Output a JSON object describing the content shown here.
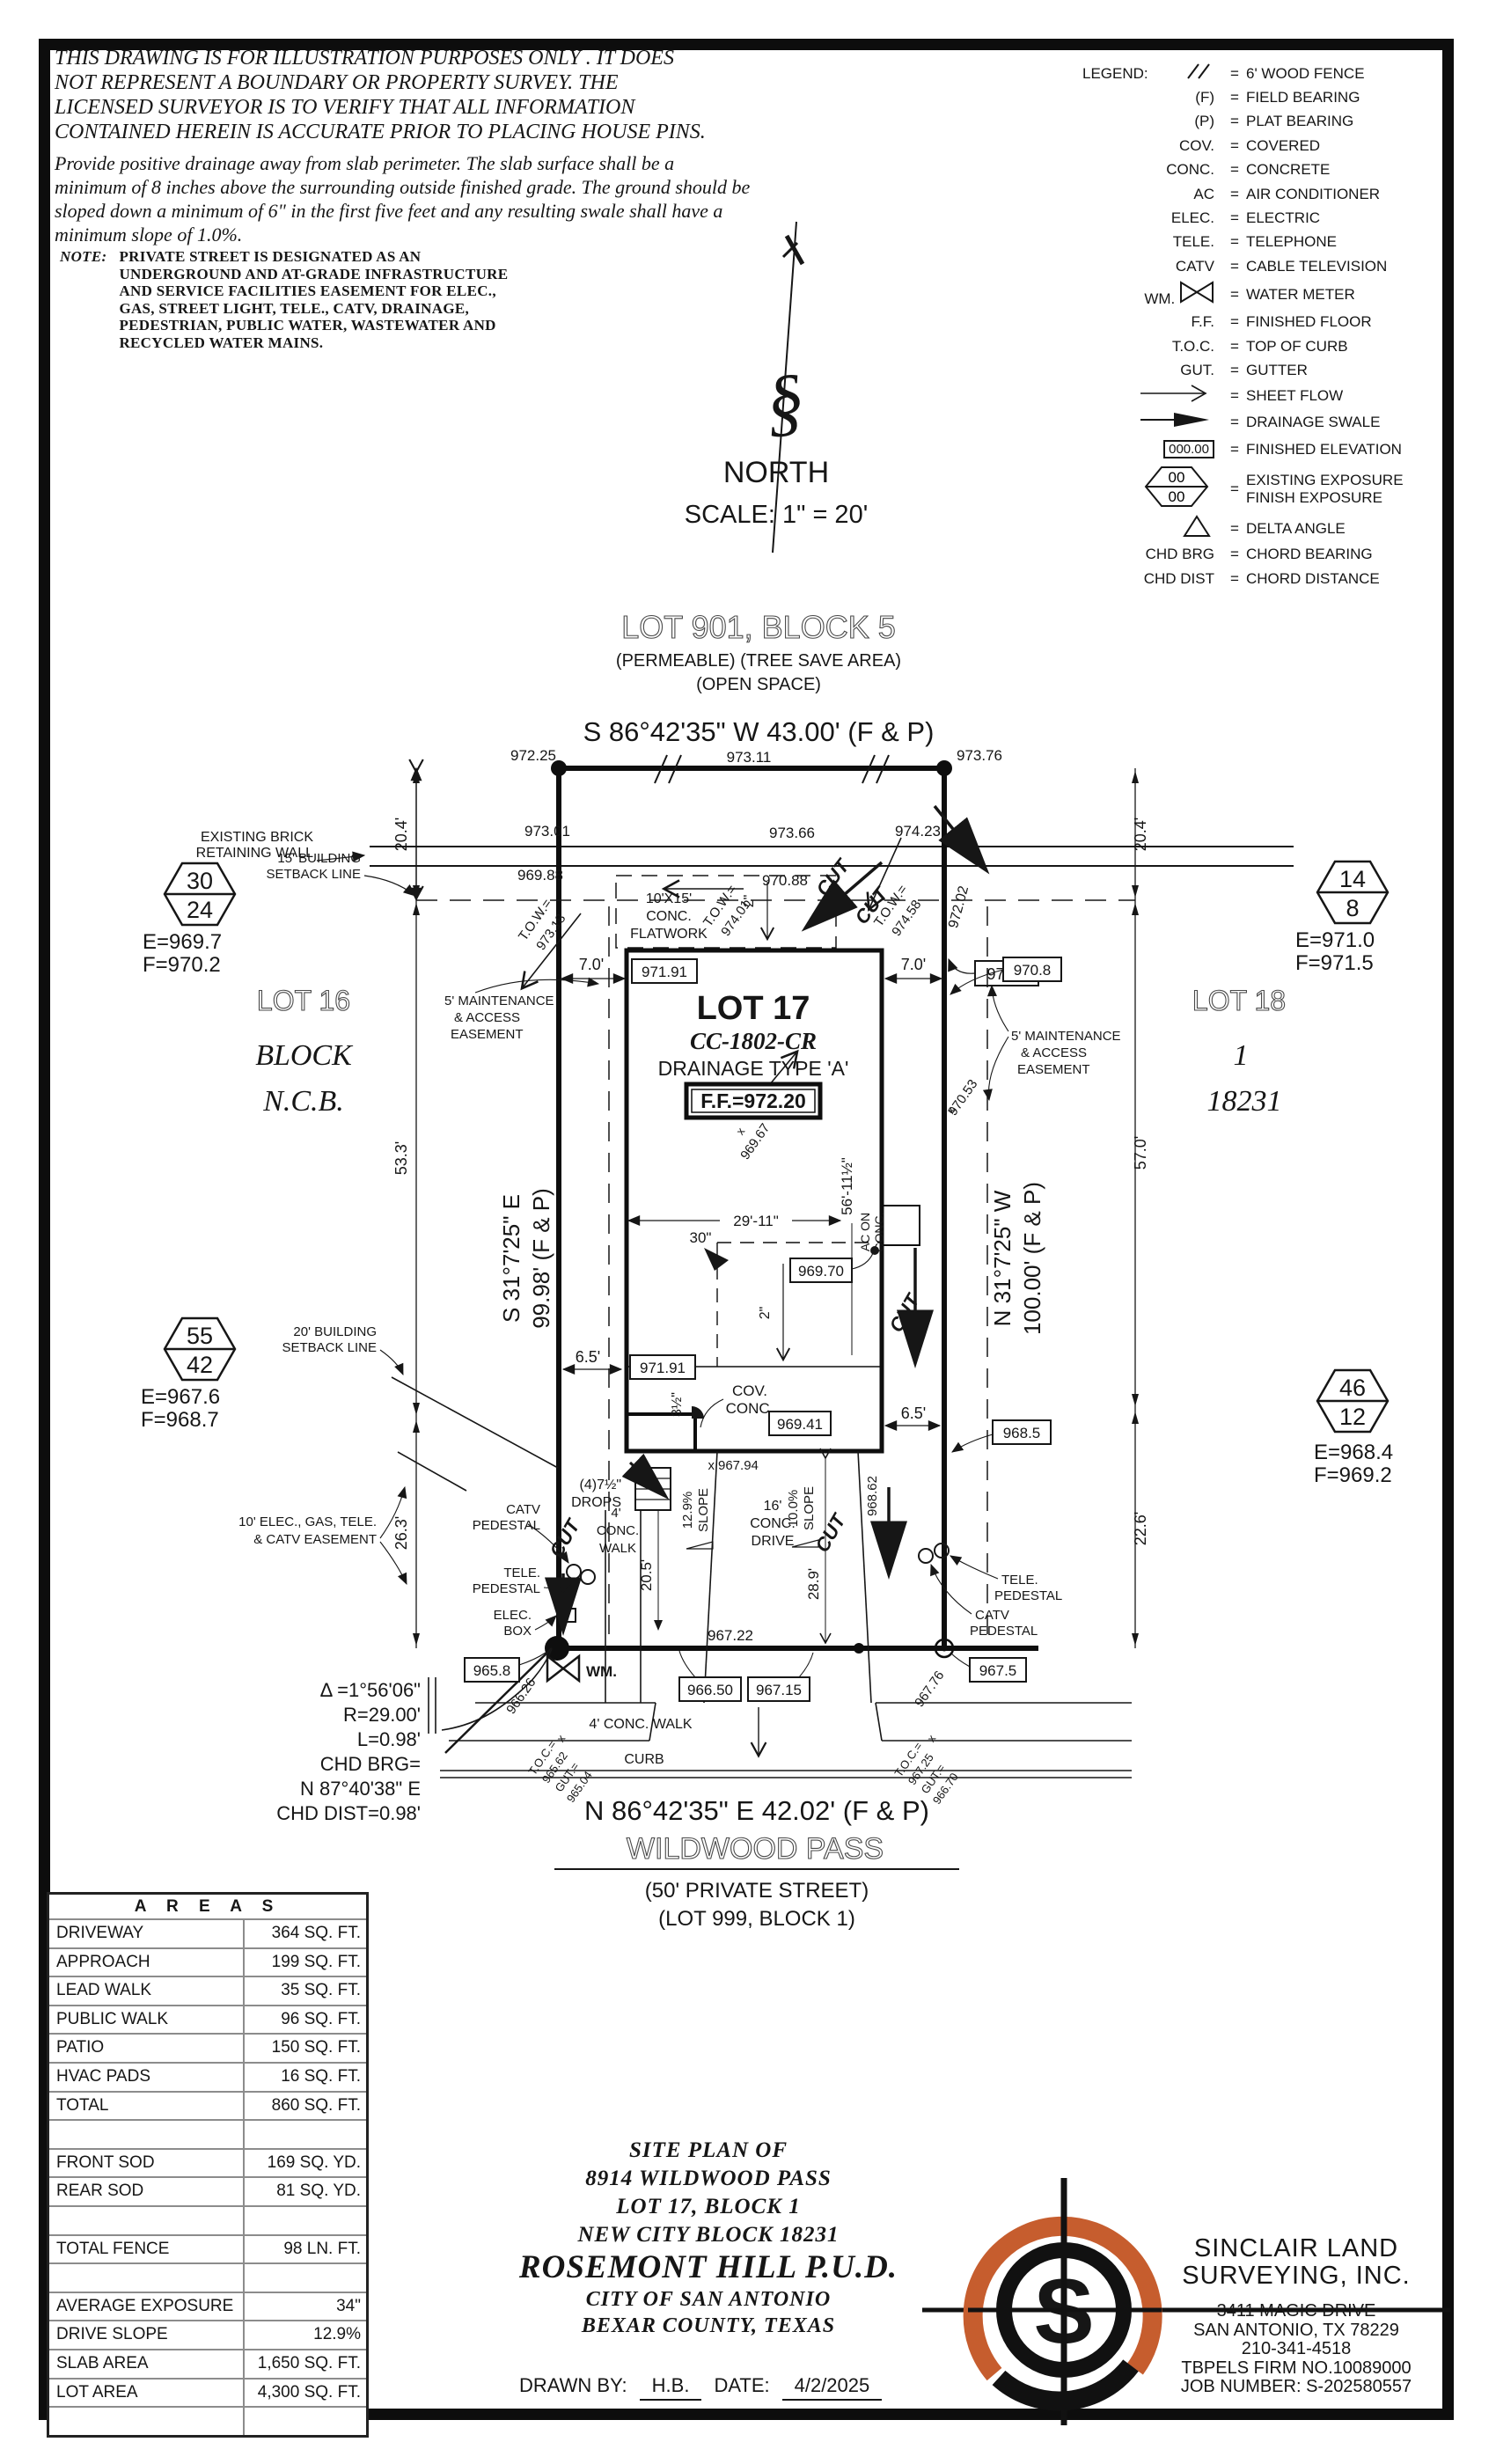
{
  "disclaimer": {
    "p1": [
      "THIS DRAWING IS FOR ILLUSTRATION PURPOSES ONLY . IT DOES",
      "NOT REPRESENT A BOUNDARY OR PROPERTY SURVEY. THE",
      "LICENSED SURVEYOR IS TO VERIFY THAT ALL INFORMATION",
      "CONTAINED HEREIN IS ACCURATE PRIOR TO PLACING HOUSE PINS."
    ],
    "p2": [
      "Provide positive drainage away from slab perimeter. The slab surface shall be a",
      "minimum of 8 inches above the surrounding outside finished grade. The ground should be",
      "sloped down a minimum of 6\" in the first five feet and any resulting swale shall have a",
      "minimum slope of 1.0%."
    ]
  },
  "note": {
    "label": "NOTE:",
    "lines": [
      "PRIVATE STREET IS DESIGNATED AS AN",
      "UNDERGROUND AND AT-GRADE INFRASTRUCTURE",
      "AND SERVICE FACILITIES EASEMENT FOR ELEC.,",
      "GAS, STREET LIGHT, TELE., CATV, DRAINAGE,",
      "PEDESTRIAN, PUBLIC WATER, WASTEWATER AND",
      "RECYCLED WATER MAINS."
    ]
  },
  "compass": {
    "north": "NORTH",
    "scale": "SCALE: 1\" = 20'"
  },
  "legend": {
    "title": "LEGEND:",
    "eq": "=",
    "items": [
      {
        "sym": "",
        "desc": "6' WOOD FENCE"
      },
      {
        "sym": "(F)",
        "desc": "FIELD BEARING"
      },
      {
        "sym": "(P)",
        "desc": "PLAT BEARING"
      },
      {
        "sym": "COV.",
        "desc": "COVERED"
      },
      {
        "sym": "CONC.",
        "desc": "CONCRETE"
      },
      {
        "sym": "AC",
        "desc": "AIR CONDITIONER"
      },
      {
        "sym": "ELEC.",
        "desc": "ELECTRIC"
      },
      {
        "sym": "TELE.",
        "desc": "TELEPHONE"
      },
      {
        "sym": "CATV",
        "desc": "CABLE TELEVISION"
      },
      {
        "sym": "WM.",
        "desc": "WATER METER"
      },
      {
        "sym": "F.F.",
        "desc": "FINISHED FLOOR"
      },
      {
        "sym": "T.O.C.",
        "desc": "TOP OF CURB"
      },
      {
        "sym": "GUT.",
        "desc": "GUTTER"
      },
      {
        "sym": "",
        "desc": "SHEET FLOW"
      },
      {
        "sym": "",
        "desc": "DRAINAGE SWALE"
      },
      {
        "sym": "000.00",
        "desc": "FINISHED ELEVATION"
      },
      {
        "sym": "00",
        "sym2": "00",
        "desc": "EXISTING EXPOSURE",
        "desc2": "FINISH EXPOSURE"
      },
      {
        "sym": "",
        "desc": "DELTA ANGLE"
      },
      {
        "sym": "CHD BRG",
        "desc": "CHORD BEARING"
      },
      {
        "sym": "CHD DIST",
        "desc": "CHORD DISTANCE"
      }
    ]
  },
  "header": {
    "lot": "LOT 901, BLOCK 5",
    "sub1": "(PERMEABLE) (TREE SAVE AREA)",
    "sub2": "(OPEN SPACE)",
    "bearing": "S 86°42'35\" W 43.00' (F & P)"
  },
  "plan": {
    "existing_brick": "EXISTING BRICK",
    "retaining_wall": "RETAINING WALL",
    "ev_97225": "972.25",
    "ev_97311": "973.11",
    "ev_97376": "973.76",
    "ev_97301": "973.01",
    "ev_97366": "973.66",
    "ev_97423": "974.23",
    "ev_96988": "969.88",
    "ev_97088": "970.88",
    "tow": "T.O.W.=",
    "tow1": "973.18",
    "tow2": "974.01",
    "tow3": "974.58",
    "ev_97202": "972.02",
    "bx_9710": "971.0",
    "dim_204": "20.4'",
    "dim_533": "53.3'",
    "dim_263": "26.3'",
    "dim_570": "57.0'",
    "dim_226": "22.6'",
    "sb15_1": "15' BUILDING",
    "sb15_2": "SETBACK LINE",
    "sb20_1": "20' BUILDING",
    "sb20_2": "SETBACK LINE",
    "ease10_1": "10' ELEC., GAS, TELE.",
    "ease10_2": "& CATV EASEMENT",
    "maint_1": "5' MAINTENANCE",
    "maint_2": "& ACCESS",
    "maint_3": "EASEMENT",
    "hex_tl_top": "30",
    "hex_tl_bot": "24",
    "hex_tl_e": "E=969.7",
    "hex_tl_f": "F=970.2",
    "hex_tr_top": "14",
    "hex_tr_bot": "8",
    "hex_tr_e": "E=971.0",
    "hex_tr_f": "F=971.5",
    "hex_bl_top": "55",
    "hex_bl_bot": "42",
    "hex_bl_e": "E=967.6",
    "hex_bl_f": "F=968.7",
    "hex_br_top": "46",
    "hex_br_bot": "12",
    "hex_br_e": "E=968.4",
    "hex_br_f": "F=969.2",
    "lot16": "LOT 16",
    "block": "BLOCK",
    "ncb": "N.C.B.",
    "lot18": "LOT 18",
    "one": "1",
    "n18231": "18231",
    "flat1": "10'X15'",
    "flat2": "CONC.",
    "flat3": "FLATWORK",
    "dim_2in": "2\"",
    "cut": "CUT",
    "xm": "x",
    "bw1": "S 31°7'25\" E",
    "bw2": "99.98' (F & P)",
    "be1": "N 31°7'25\" W",
    "be2": "100.00' (F & P)",
    "bx_97191": "971.91",
    "dim_70": "7.0'",
    "bx_9708": "970.8",
    "lot17": "LOT 17",
    "cc": "CC-1802-CR",
    "drainage": "DRAINAGE TYPE 'A'",
    "ff": "F.F.=972.20",
    "ev_96967": "969.67",
    "ev_97053": "970.53",
    "ev_96794": "967.94",
    "dim_2911": "29'-11\"",
    "dim_30": "30\"",
    "bx_96970": "969.70",
    "dim_5611": "56'-11½\"",
    "ac1": "AC ON",
    "ac2": "CONC.",
    "cov1": "COV.",
    "cov2": "CONC.",
    "bx_96941": "969.41",
    "dim_65": "6.5'",
    "bx_9685": "968.5",
    "drops1": "(4)7½\"",
    "drops2": "DROPS",
    "walk1": "4'",
    "walk2": "CONC.",
    "walk3": "WALK",
    "dim_205": "20.5'",
    "sl129": "12.9%",
    "slope": "SLOPE",
    "drive1": "16'",
    "drive2": "CONC.",
    "drive3": "DRIVE",
    "sl100": "10.0%",
    "catv": "CATV",
    "tele": "TELE.",
    "elec": "ELEC.",
    "pedestal": "PEDESTAL",
    "boxw": "BOX",
    "ev_96722": "967.22",
    "wm": "WM.",
    "ev_96626": "966.26",
    "bx_9658": "965.8",
    "ev_96862": "968.62",
    "dim_289": "28.9'",
    "bx_9675": "967.5",
    "ev_96776": "967.76",
    "bx_96650": "966.50",
    "bx_96715": "967.15",
    "dim_35": "3½\""
  },
  "curve": {
    "l1": "Δ =1°56'06\"",
    "l2": "R=29.00'",
    "l3": "L=0.98'",
    "l4": "CHD BRG=",
    "l5": "N 87°40'38\" E",
    "l6": "CHD DIST=0.98'"
  },
  "street": {
    "toc": "T.O.C.=",
    "gut": "GUT.=",
    "toc_l": "965.62",
    "gut_l": "965.04",
    "toc_r": "967.25",
    "gut_r": "966.70",
    "walk": "4' CONC. WALK",
    "curb": "CURB",
    "bearing": "N 86°42'35\" E 42.02' (F & P)",
    "name": "WILDWOOD PASS",
    "private": "(50' PRIVATE STREET)",
    "lot999": "(LOT 999, BLOCK 1)"
  },
  "areas": {
    "title": "A R E A S",
    "rows": [
      {
        "l": "DRIVEWAY",
        "v": "364 SQ. FT."
      },
      {
        "l": "APPROACH",
        "v": "199 SQ. FT."
      },
      {
        "l": "LEAD WALK",
        "v": "35 SQ. FT."
      },
      {
        "l": "PUBLIC WALK",
        "v": "96 SQ. FT."
      },
      {
        "l": "PATIO",
        "v": "150 SQ. FT."
      },
      {
        "l": "HVAC PADS",
        "v": "16 SQ. FT."
      },
      {
        "l": "TOTAL",
        "v": "860 SQ. FT."
      },
      {
        "l": "",
        "v": ""
      },
      {
        "l": "FRONT SOD",
        "v": "169 SQ. YD."
      },
      {
        "l": "REAR SOD",
        "v": "81 SQ. YD."
      },
      {
        "l": "",
        "v": ""
      },
      {
        "l": "TOTAL FENCE",
        "v": "98 LN. FT."
      },
      {
        "l": "",
        "v": ""
      },
      {
        "l": "AVERAGE EXPOSURE",
        "v": "34\""
      },
      {
        "l": "DRIVE SLOPE",
        "v": "12.9%"
      },
      {
        "l": "SLAB AREA",
        "v": "1,650 SQ. FT."
      },
      {
        "l": "LOT AREA",
        "v": "4,300 SQ. FT."
      }
    ]
  },
  "titleblock": {
    "l1": "SITE PLAN OF",
    "l2": "8914 WILDWOOD PASS",
    "l3": "LOT 17, BLOCK 1",
    "l4": "NEW CITY BLOCK 18231",
    "l5": "ROSEMONT HILL P.U.D.",
    "l6": "CITY OF SAN ANTONIO",
    "l7": "BEXAR COUNTY, TEXAS",
    "drawn_label": "DRAWN BY:",
    "drawn": "H.B.",
    "date_label": "DATE:",
    "date": "4/2/2025"
  },
  "company": {
    "name1": "SINCLAIR LAND",
    "name2": "SURVEYING, INC.",
    "addr1": "3411 MAGIC DRIVE",
    "addr2": "SAN ANTONIO, TX 78229",
    "phone": "210-341-4518",
    "firm": "TBPELS FIRM NO.10089000",
    "job": "JOB NUMBER: S-202580557"
  },
  "colors": {
    "accent": "#c65d2e",
    "ink": "#161616"
  }
}
